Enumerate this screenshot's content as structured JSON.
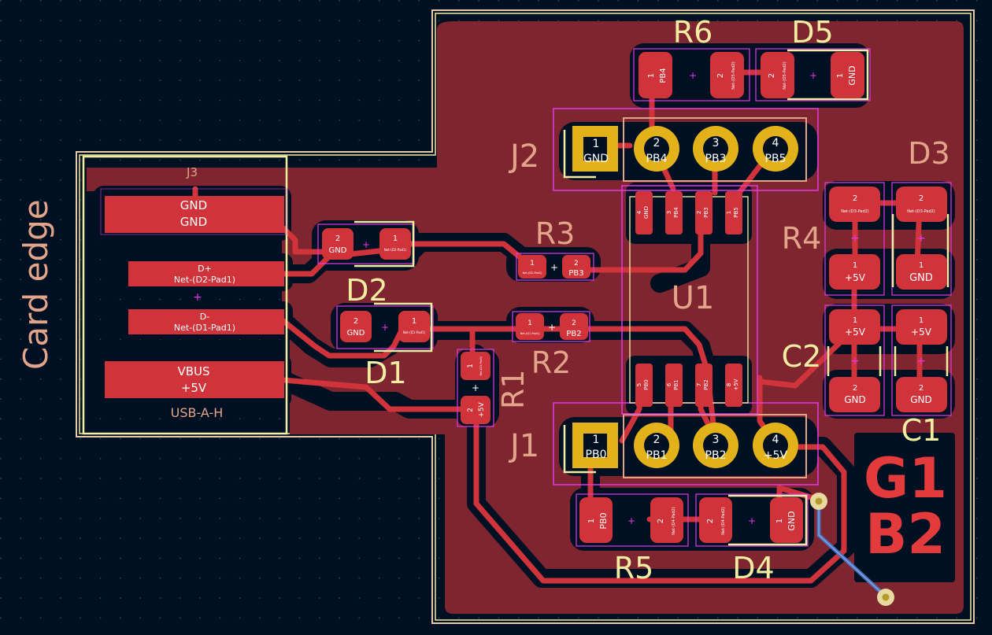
{
  "labels": {
    "card_edge": "Card edge",
    "j3": "J3",
    "usb_fp": "USB-A-H",
    "j1": "J1",
    "j2": "J2",
    "u1": "U1",
    "r1": "R1",
    "r2": "R2",
    "r3": "R3",
    "r4": "R4",
    "r5": "R5",
    "r6": "R6",
    "d1": "D1",
    "d2": "D2",
    "d3": "D3",
    "d4": "D4",
    "d5": "D5",
    "c1": "C1",
    "c2": "C2",
    "g1": "G1",
    "b2": "B2"
  },
  "usb_pads": [
    {
      "name": "GND",
      "net": "GND"
    },
    {
      "name": "D+",
      "net": "Net-(D2-Pad1)"
    },
    {
      "name": "D-",
      "net": "Net-(D1-Pad1)"
    },
    {
      "name": "VBUS",
      "net": "+5V"
    }
  ],
  "j1_pins": [
    {
      "num": "1",
      "net": "PB0"
    },
    {
      "num": "2",
      "net": "PB1"
    },
    {
      "num": "3",
      "net": "PB2"
    },
    {
      "num": "4",
      "net": "+5V"
    }
  ],
  "j2_pins": [
    {
      "num": "1",
      "net": "GND"
    },
    {
      "num": "2",
      "net": "PB4"
    },
    {
      "num": "3",
      "net": "PB3"
    },
    {
      "num": "4",
      "net": "PB5"
    }
  ],
  "pads": {
    "r6_1": {
      "num": "1",
      "net": "PB4"
    },
    "r6_2": {
      "num": "2",
      "net": "Net-(D5-Pad2)"
    },
    "d5_2": {
      "num": "2",
      "net": "Net-(D5-Pad2)"
    },
    "d5_1": {
      "num": "1",
      "net": "GND"
    },
    "d2_2": {
      "num": "2",
      "net": "GND"
    },
    "d2_1": {
      "num": "1",
      "net": "Net-(D2-Pad1)"
    },
    "d1_2": {
      "num": "2",
      "net": "GND"
    },
    "d1_1": {
      "num": "1",
      "net": "Net-(D1-Pad1)"
    },
    "r3_1": {
      "num": "1",
      "net": "Net-(D2-Pad1)"
    },
    "r3_2": {
      "num": "2",
      "net": "PB3"
    },
    "r2_1": {
      "num": "1",
      "net": "Net-(D1-Pad1)"
    },
    "r2_2": {
      "num": "2",
      "net": "PB2"
    },
    "r1_1": {
      "num": "1",
      "net": "Net-(D1-Pad1)"
    },
    "r1_2": {
      "num": "2",
      "net": "+5V"
    },
    "d3_2": {
      "num": "2",
      "net": "Net-(D3-Pad2)"
    },
    "d3_1": {
      "num": "1",
      "net": "GND"
    },
    "r4_2": {
      "num": "2",
      "net": "Net-(D3-Pad2)"
    },
    "r4_1": {
      "num": "1",
      "net": "+5V"
    },
    "c2_1": {
      "num": "1",
      "net": "+5V"
    },
    "c2_2": {
      "num": "2",
      "net": "GND"
    },
    "c1_1": {
      "num": "1",
      "net": "+5V"
    },
    "c1_2": {
      "num": "2",
      "net": "GND"
    },
    "r5_1": {
      "num": "1",
      "net": "PB0"
    },
    "r5_2": {
      "num": "2",
      "net": "Net-(D4-Pad2)"
    },
    "d4_2": {
      "num": "2",
      "net": "Net-(D4-Pad2)"
    },
    "d4_1": {
      "num": "1",
      "net": "GND"
    }
  },
  "u1_top": [
    {
      "num": "4",
      "net": "GND"
    },
    {
      "num": "3",
      "net": "PB4"
    },
    {
      "num": "2",
      "net": "PB3"
    },
    {
      "num": "1",
      "net": "PB5"
    }
  ],
  "u1_bottom": [
    {
      "num": "5",
      "net": "PB0"
    },
    {
      "num": "6",
      "net": "PB1"
    },
    {
      "num": "7",
      "net": "PB2"
    },
    {
      "num": "8",
      "net": "+5V"
    }
  ],
  "colors": {
    "background": "#001023",
    "copper": "#d0343a",
    "copper_fill": "#7f2530",
    "silkscreen": "#f2eda1",
    "courtyard": "#e338e3",
    "fab": "#e3a58a",
    "pad_gold": "#e3b11a",
    "bottom_trace": "#4a72c4"
  }
}
